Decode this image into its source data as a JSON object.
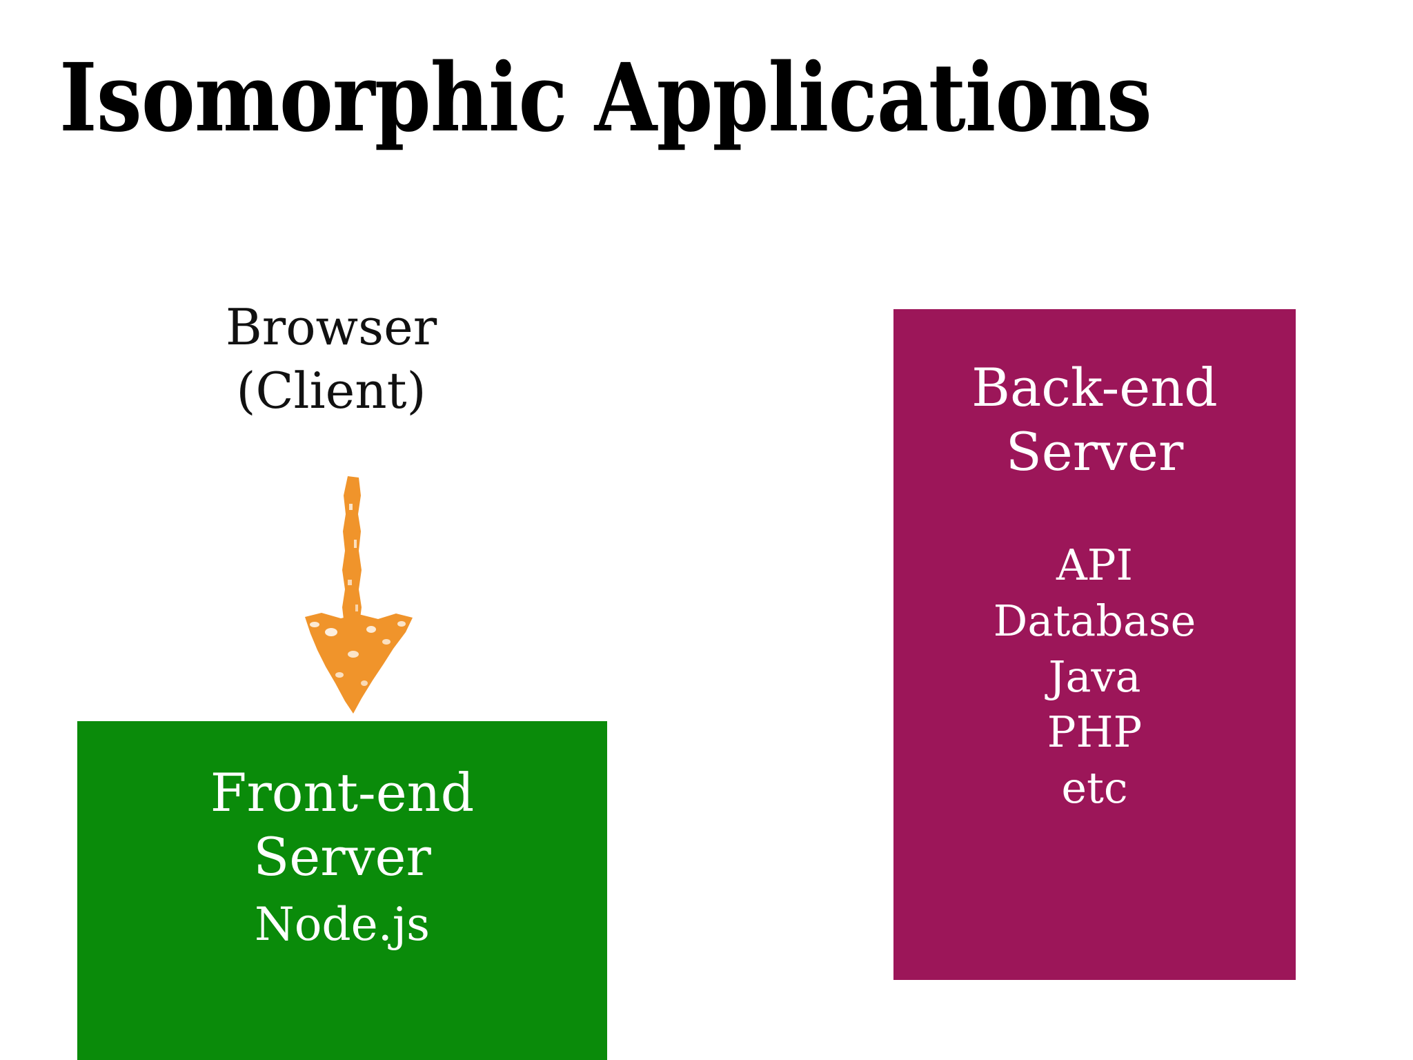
{
  "slide": {
    "title": "Isomorphic Applications",
    "background_color": "#ffffff"
  },
  "client": {
    "line1": "Browser",
    "line2": "(Client)"
  },
  "arrow": {
    "direction": "down",
    "color": "#F0942B",
    "style": "hand-drawn",
    "from": "Browser (Client)",
    "to": "Front-end Server"
  },
  "frontend_box": {
    "color": "#0A8B0A",
    "line1": "Front-end",
    "line2": "Server",
    "subtitle": "Node.js"
  },
  "backend_box": {
    "color": "#9C1659",
    "line1": "Back-end",
    "line2": "Server",
    "items": [
      "API",
      "Database",
      "Java",
      "PHP",
      "etc"
    ]
  }
}
